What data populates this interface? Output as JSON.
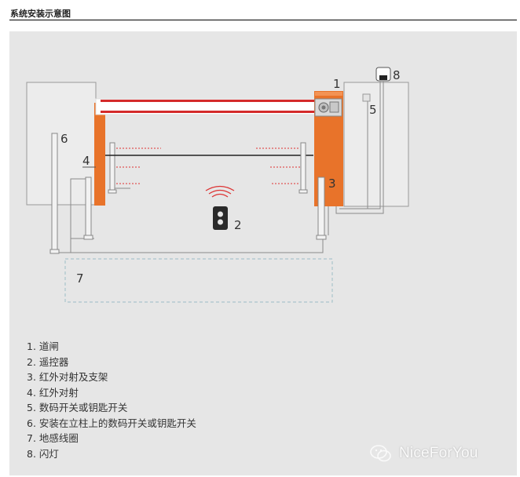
{
  "header": {
    "title": "系统安装示意图"
  },
  "diagram": {
    "callouts": {
      "c1": "1",
      "c2": "2",
      "c3": "3",
      "c4": "4",
      "c5": "5",
      "c6": "6",
      "c7": "7",
      "c8": "8"
    }
  },
  "legend": [
    "1. 道闸",
    "2. 遥控器",
    "3. 红外对射及支架",
    "4. 红外对射",
    "5. 数码开关或钥匙开关",
    "6. 安装在立柱上的数码开关或钥匙开关",
    "7. 地感线圈",
    "8. 闪灯"
  ],
  "watermark": {
    "text": "NiceForYou"
  },
  "colors": {
    "barrier_orange": "#e8732a",
    "beam_red": "#d42a2a",
    "panel_gray": "#e6e6e6",
    "loop_dash": "#a9c4cc"
  }
}
